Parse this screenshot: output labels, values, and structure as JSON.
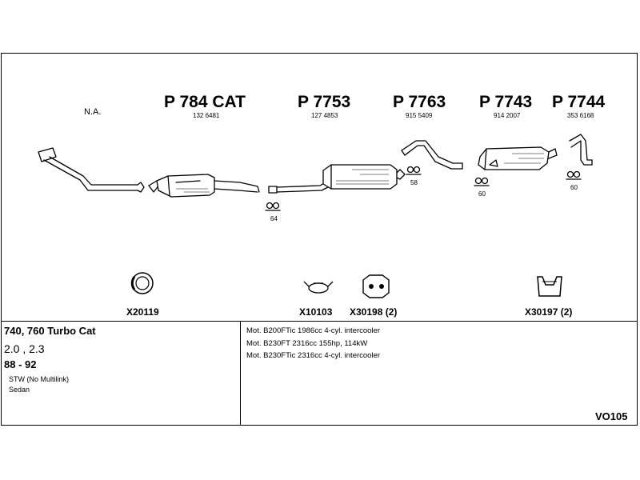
{
  "parts": [
    {
      "code": "P 784 CAT",
      "number": "132 6481"
    },
    {
      "code": "P 7753",
      "number": "127 4853"
    },
    {
      "code": "P 7763",
      "number": "915 5409"
    },
    {
      "code": "P 7743",
      "number": "914 2007"
    },
    {
      "code": "P 7744",
      "number": "353 6168"
    }
  ],
  "na_label": "N.A.",
  "hanger_labels": [
    "64",
    "58",
    "60",
    "60"
  ],
  "accessories": [
    {
      "code": "X20119",
      "icon": "ring-icon"
    },
    {
      "code": "X10103",
      "icon": "clamp-icon"
    },
    {
      "code": "X30198 (2)",
      "icon": "rubber-hanger-icon"
    },
    {
      "code": "X30197 (2)",
      "icon": "rubber-mount-icon"
    }
  ],
  "vehicle": {
    "model": "740, 760 Turbo Cat",
    "engine": "2.0 , 2.3",
    "years": "88 - 92",
    "body1": "STW (No Multilink)",
    "body2": "Sedan"
  },
  "engines": [
    "Mot. B200FTic 1986cc 4-cyl. intercooler",
    "Mot. B230FT 2316cc 155hp, 114kW",
    "Mot. B230FTic 2316cc 4-cyl. intercooler"
  ],
  "diagram_code": "VO105"
}
